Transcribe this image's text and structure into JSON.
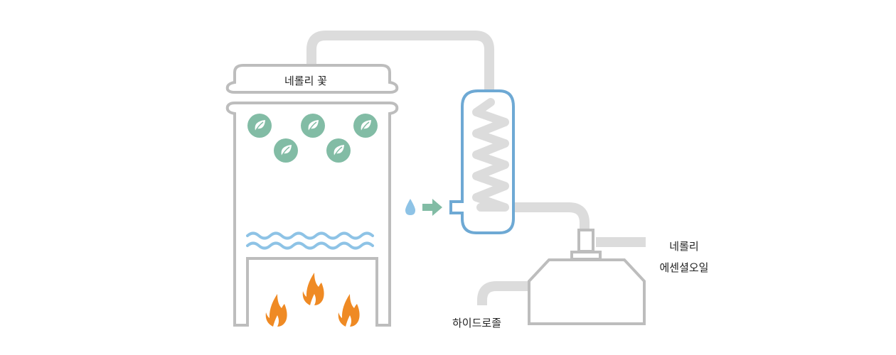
{
  "diagram": {
    "title_label": "네롤리 꽃",
    "output_oil": {
      "line1": "네롤리",
      "line2": "에센셜오일"
    },
    "output_hydrosol": "하이드로졸",
    "colors": {
      "vessel_outline": "#bdbdbd",
      "pipe": "#dcdcdc",
      "condenser_outline": "#6ea9d4",
      "water_wave": "#8ec3e6",
      "leaf_circle": "#82bca5",
      "arrow": "#82bca5",
      "flame": "#ef8a24",
      "water_drop": "#8ec3e6"
    },
    "icons": {
      "leaves": [
        "leaf-icon",
        "leaf-icon",
        "leaf-icon",
        "leaf-icon",
        "leaf-icon"
      ],
      "flames": [
        "flame-icon",
        "flame-icon",
        "flame-icon"
      ],
      "drop": "water-drop-icon",
      "arrow": "arrow-right-icon"
    }
  }
}
